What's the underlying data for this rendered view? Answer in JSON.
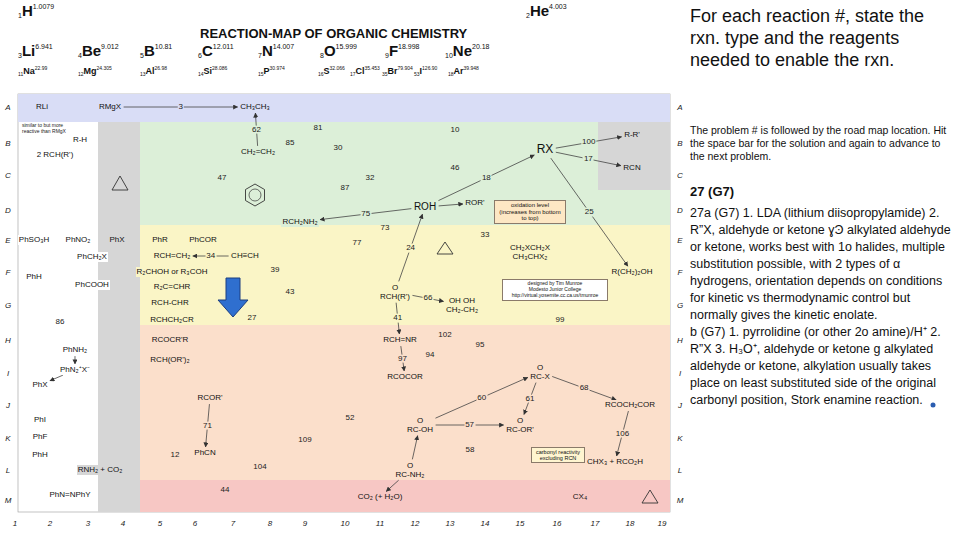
{
  "diagram": {
    "title": "REACTION-MAP OF ORGANIC CHEMISTRY",
    "nodes": [
      {
        "text": [
          "RLi"
        ]
      },
      {
        "text": [
          "RMgX"
        ]
      },
      {
        "text": [
          "CH₃CH₃"
        ]
      },
      {
        "text": [
          "R-H"
        ]
      },
      {
        "text": [
          "2 RCH(R')"
        ]
      },
      {
        "text": [
          "CH₂=CH₂"
        ]
      },
      {
        "text": [
          "RX"
        ]
      },
      {
        "text": [
          "R-R'"
        ]
      },
      {
        "text": [
          "RCN"
        ]
      },
      {
        "text": [
          "ROH"
        ]
      },
      {
        "text": [
          "ROR'"
        ]
      },
      {
        "text": [
          "RCH₂NH₂"
        ]
      },
      {
        "text": [
          "PhSO₃H"
        ]
      },
      {
        "text": [
          "PhNO₂"
        ]
      },
      {
        "text": [
          "PhX"
        ]
      },
      {
        "text": [
          "PhR"
        ]
      },
      {
        "text": [
          "PhCOR"
        ]
      },
      {
        "text": [
          "PhCH₂X"
        ]
      },
      {
        "text": [
          "PhH"
        ]
      },
      {
        "text": [
          "PhCOOH"
        ]
      },
      {
        "text": [
          "RCH=CH₂"
        ]
      },
      {
        "text": [
          "CH≡CH"
        ]
      },
      {
        "text": [
          "CH₂XCH₂X CH₃CHX₂"
        ]
      },
      {
        "text": [
          "R(CH₂)₂OH"
        ]
      },
      {
        "text": [
          "R₂CHOH or R₃COH"
        ]
      },
      {
        "text": [
          "R₂C=CHR"
        ]
      },
      {
        "text": [
          "O",
          "RCH(R')"
        ]
      },
      {
        "text": [
          "RCH-CHR"
        ]
      },
      {
        "text": [
          "RCHCH₂CR"
        ]
      },
      {
        "text": [
          "OH OH",
          "CH₂-CH₂"
        ]
      },
      {
        "text": [
          "RCH=NR"
        ]
      },
      {
        "text": [
          "PhNH₂"
        ]
      },
      {
        "text": [
          "PhN₂⁺X⁻"
        ]
      },
      {
        "text": [
          "RCOCR'R"
        ]
      },
      {
        "text": [
          "RCH(OR')₂"
        ]
      },
      {
        "text": [
          "RCOCOR"
        ]
      },
      {
        "text": [
          "O",
          "RC-X"
        ]
      },
      {
        "text": [
          "RCOR'"
        ]
      },
      {
        "text": [
          "PhX"
        ]
      },
      {
        "text": [
          "PhI"
        ]
      },
      {
        "text": [
          "PhF"
        ]
      },
      {
        "text": [
          "PhH"
        ]
      },
      {
        "text": [
          "O",
          "RC-OH"
        ]
      },
      {
        "text": [
          "O",
          "RC-OR'"
        ]
      },
      {
        "text": [
          "RCOCH₂COR"
        ]
      },
      {
        "text": [
          "PhCN"
        ]
      },
      {
        "text": [
          "RNH₂ + CO₂"
        ]
      },
      {
        "text": [
          "O",
          "RC-NH₂"
        ]
      },
      {
        "text": [
          "PhN=NPhY"
        ]
      },
      {
        "text": [
          "CO₂ (+ H₂O)"
        ]
      },
      {
        "text": [
          "CHX₃ + RCO₂H"
        ]
      },
      {
        "text": [
          "CX₄"
        ]
      },
      {
        "text": [
          "oxidation level",
          "(increases from bottom to top)"
        ]
      },
      {
        "text": [
          "designed by Tim Munroe",
          "Modesto Junior College",
          "http://virtual.yosemite.cc.ca.us/tmunroe"
        ]
      },
      {
        "text": [
          "carbonyl reactivity excluding RCN"
        ]
      }
    ],
    "edges": [
      {
        "from": 1,
        "to": 2,
        "arrow": "to",
        "label": "3"
      },
      {
        "from": 6,
        "to": 7,
        "arrow": "to",
        "label": "100"
      },
      {
        "from": 6,
        "to": 8,
        "arrow": "to",
        "label": "17"
      },
      {
        "from": 5,
        "to": 2,
        "arrow": "to",
        "label": "62"
      },
      {
        "from": 9,
        "to": 6,
        "arrow": "to",
        "label": "18"
      },
      {
        "from": 9,
        "to": 10,
        "arrow": "to"
      },
      {
        "from": 21,
        "to": 20,
        "arrow": "to",
        "label": "34"
      },
      {
        "from": 26,
        "to": 9,
        "arrow": "to",
        "label": "24"
      },
      {
        "from": 26,
        "to": 30,
        "arrow": "to",
        "label": "41"
      },
      {
        "from": 42,
        "to": 36,
        "arrow": "to",
        "label": "60"
      },
      {
        "from": 36,
        "to": 43,
        "arrow": "to",
        "label": "61"
      },
      {
        "from": 42,
        "to": 43,
        "arrow": "to",
        "label": "57"
      },
      {
        "from": 31,
        "to": 32,
        "arrow": "to"
      },
      {
        "from": 32,
        "to": 38,
        "arrow": "to"
      },
      {
        "from": 37,
        "to": 45,
        "arrow": "to",
        "label": "71"
      },
      {
        "from": 47,
        "to": 49,
        "arrow": "to"
      },
      {
        "from": 44,
        "to": 50,
        "arrow": "to",
        "label": "106"
      },
      {
        "from": 6,
        "to": 23,
        "arrow": "to",
        "label": "25"
      },
      {
        "from": 9,
        "to": 11,
        "arrow": "to",
        "label": "75"
      },
      {
        "from": 30,
        "to": 35,
        "arrow": "to",
        "label": "97"
      },
      {
        "from": 26,
        "to": 29,
        "arrow": "to",
        "label": "66"
      },
      {
        "from": 36,
        "to": 44,
        "arrow": "to",
        "label": "68"
      },
      {
        "from": 47,
        "to": 42,
        "arrow": "to"
      }
    ],
    "labels": [
      "1",
      "H",
      "1.0079",
      "2",
      "He",
      "4.003",
      "3",
      "Li",
      "6.941",
      "4",
      "Be",
      "9.012",
      "5",
      "B",
      "10.81",
      "6",
      "C",
      "12.011",
      "7",
      "N",
      "14.007",
      "8",
      "O",
      "15.999",
      "9",
      "F",
      "18.998",
      "10",
      "Ne",
      "20.18",
      "11",
      "Na",
      "22.99",
      "12",
      "Mg",
      "24.305",
      "13",
      "Al",
      "26.98",
      "14",
      "Si",
      "28.086",
      "15",
      "P",
      "30.974",
      "16",
      "S",
      "32.066",
      "17",
      "Cl",
      "35.453",
      "35",
      "Br",
      "79.904",
      "53",
      "I",
      "126.90",
      "18",
      "Ar",
      "39.948",
      "A",
      "B",
      "C",
      "D",
      "E",
      "F",
      "G",
      "H",
      "I",
      "J",
      "K",
      "L",
      "M",
      "A",
      "B",
      "C",
      "D",
      "E",
      "F",
      "G",
      "H",
      "I",
      "J",
      "K",
      "L",
      "M",
      "1",
      "2",
      "3",
      "4",
      "5",
      "6",
      "7",
      "8",
      "9",
      "10",
      "11",
      "12",
      "13",
      "14",
      "15",
      "16",
      "17",
      "18",
      "19",
      "81",
      "10",
      "85",
      "30",
      "46",
      "32",
      "87",
      "47",
      "73",
      "77",
      "33",
      "39",
      "43",
      "27",
      "86",
      "102",
      "95",
      "94",
      "99",
      "58",
      "52",
      "109",
      "104",
      "12",
      "44",
      "similar to but more reactive than RMgX",
      "For each reaction #, state the rxn. type and the reagents needed to enable the rxn.",
      "The problem # is followed by the road map location. Hit the space bar for the solution and again to advance to the next problem.",
      "27 (G7)",
      "27a (G7) 1. LDA (lithium diisopropylamide) 2. R”X, aldehyde or ketone ɣϿ alkylated aldehyde or ketone, works best with 1o halides, multiple substitution possible, with 2 types of α hydrogens, orientation depends on conditions for kinetic vs thermodynamic control but normally gives the kinetic enolate.",
      "b (G7) 1. pyrrolidine (or other 2o amine)/H⁺ 2. R”X 3. H₃O⁺, aldehyde or ketone g alkylated aldehyde or ketone, alkylation usually takes place on least substituted side of the original carbonyl position, Stork enamine reaction."
    ]
  }
}
